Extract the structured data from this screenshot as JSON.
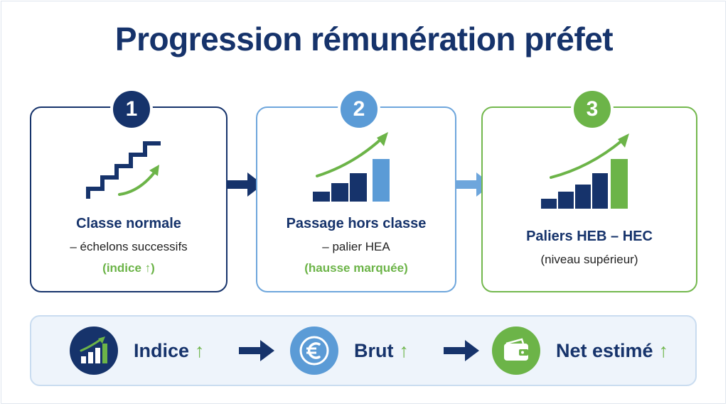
{
  "title": "Progression rémunération préfet",
  "steps": [
    {
      "number": "1",
      "title": "Classe normale",
      "line": "– échelons successifs",
      "note": "(indice ↑)"
    },
    {
      "number": "2",
      "title": "Passage hors classe",
      "line": "– palier HEA",
      "note": "(hausse marquée)"
    },
    {
      "number": "3",
      "title": "Paliers HEB – HEC",
      "line": "(niveau supérieur)",
      "note": ""
    }
  ],
  "summary": [
    {
      "label": "Indice",
      "arrow": "↑",
      "icon": "growth-chart-icon"
    },
    {
      "label": "Brut",
      "arrow": "↑",
      "icon": "euro-icon"
    },
    {
      "label": "Net estimé",
      "arrow": "↑",
      "icon": "wallet-icon"
    }
  ],
  "colors": {
    "navy": "#16336b",
    "blue": "#5b9bd6",
    "green": "#6cb448"
  }
}
